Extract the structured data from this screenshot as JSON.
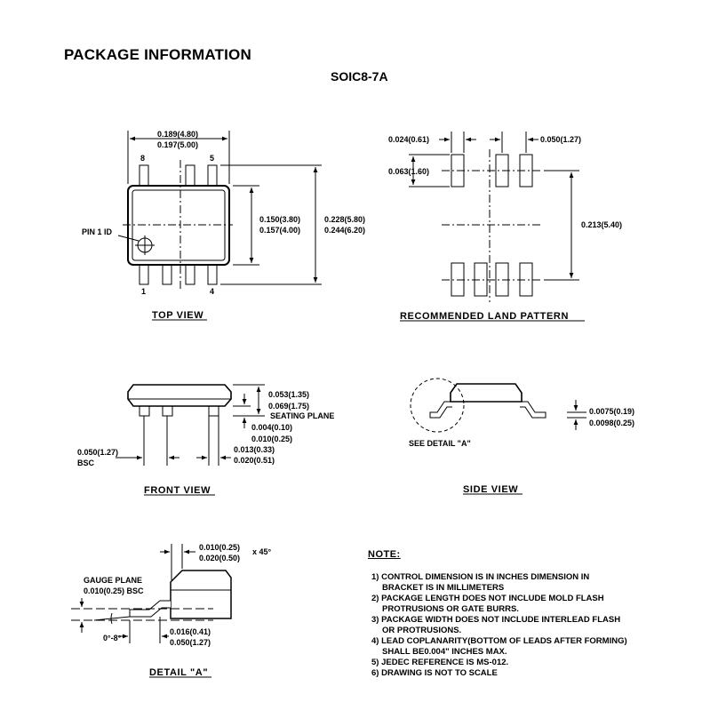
{
  "header": {
    "title": "PACKAGE INFORMATION",
    "subtitle": "SOIC8-7A"
  },
  "top_view": {
    "label": "TOP VIEW",
    "width_min": "0.189(4.80)",
    "width_max": "0.197(5.00)",
    "body_min": "0.150(3.80)",
    "body_max": "0.157(4.00)",
    "overall_min": "0.228(5.80)",
    "overall_max": "0.244(6.20)",
    "pin1_label": "PIN 1 ID",
    "pin_8": "8",
    "pin_5": "5",
    "pin_1": "1",
    "pin_4": "4"
  },
  "land_pattern": {
    "label": "RECOMMENDED LAND PATTERN",
    "pad_width": "0.024(0.61)",
    "pitch": "0.050(1.27)",
    "pad_length": "0.063(1.60)",
    "span": "0.213(5.40)"
  },
  "front_view": {
    "label": "FRONT VIEW",
    "height_min": "0.053(1.35)",
    "height_max": "0.069(1.75)",
    "seating_plane": "SEATING PLANE",
    "standoff_min": "0.004(0.10)",
    "standoff_max": "0.010(0.25)",
    "lead_w_min": "0.013(0.33)",
    "lead_w_max": "0.020(0.51)",
    "pitch": "0.050(1.27)",
    "pitch_note": "BSC"
  },
  "side_view": {
    "label": "SIDE VIEW",
    "see_detail": "SEE DETAIL \"A\"",
    "thick_min": "0.0075(0.19)",
    "thick_max": "0.0098(0.25)"
  },
  "detail_a": {
    "label": "DETAIL \"A\"",
    "chamfer_min": "0.010(0.25)",
    "chamfer_max": "0.020(0.50)",
    "chamfer_angle": "x 45°",
    "gauge_plane": "GAUGE PLANE",
    "gauge_dim": "0.010(0.25) BSC",
    "foot_min": "0.016(0.41)",
    "foot_max": "0.050(1.27)",
    "angle": "0°-8°"
  },
  "notes": {
    "title": "NOTE:",
    "items": [
      {
        "a": "1) CONTROL DIMENSION IS IN INCHES  DIMENSION IN",
        "b": "BRACKET IS IN MILLIMETERS"
      },
      {
        "a": "2) PACKAGE LENGTH DOES NOT INCLUDE MOLD FLASH",
        "b": "PROTRUSIONS OR GATE BURRS."
      },
      {
        "a": "3) PACKAGE WIDTH DOES NOT INCLUDE INTERLEAD FLASH",
        "b": "OR PROTRUSIONS."
      },
      {
        "a": "4) LEAD COPLANARITY(BOTTOM OF LEADS AFTER FORMING)",
        "b": "SHALL BE0.004\" INCHES MAX."
      },
      {
        "a": "5) JEDEC REFERENCE IS MS-012.",
        "b": ""
      },
      {
        "a": "6) DRAWING IS NOT TO SCALE",
        "b": ""
      }
    ]
  }
}
